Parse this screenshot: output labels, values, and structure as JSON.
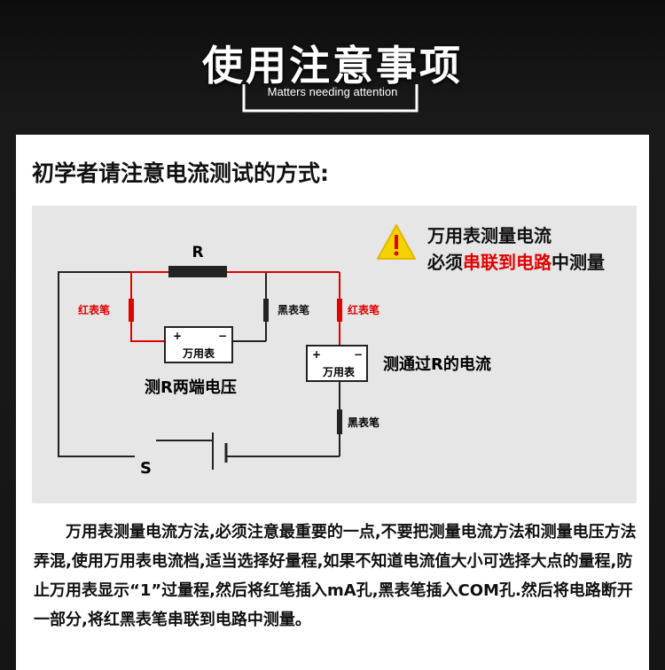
{
  "header": {
    "title": "使用注意事项",
    "subtitle": "Matters needing attention"
  },
  "section": {
    "heading": "初学者请注意电流测试的方式:"
  },
  "warning": {
    "line1": "万用表测量电流",
    "line2_prefix": "必须",
    "line2_highlight": "串联到电路",
    "line2_suffix": "中测量",
    "icon": "warning-triangle-icon"
  },
  "diagram": {
    "resistor_label": "R",
    "red_probe_label_left": "红表笔",
    "black_probe_label_left": "黑表笔",
    "red_probe_label_right": "红表笔",
    "black_probe_label_bottom": "黑表笔",
    "meter_label_left": "万用表",
    "meter_label_right": "万用表",
    "plus": "+",
    "minus": "−",
    "caption_left": "测R两端电压",
    "caption_right": "测通过R的电流",
    "switch_label": "S",
    "colors": {
      "red": "#e30000",
      "wire": "#222222"
    }
  },
  "body": {
    "paragraph": "万用表测量电流方法,必须注意最重要的一点,不要把测量电流方法和测量电压方法弄混,使用万用表电流档,适当选择好量程,如果不知道电流值大小可选择大点的量程,防止万用表显示“1”过量程,然后将红笔插入mA孔,黑表笔插入COM孔.然后将电路断开一部分,将红黑表笔串联到电路中测量。"
  }
}
